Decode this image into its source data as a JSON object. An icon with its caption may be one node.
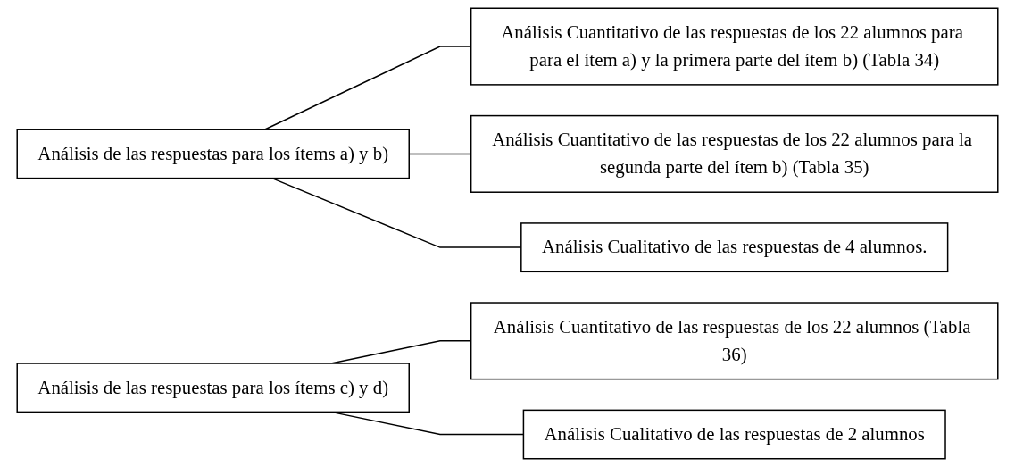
{
  "diagram": {
    "nodes": [
      {
        "text": [
          "Análisis de las respuestas para los ítems a) y b)"
        ]
      },
      {
        "text": [
          "Análisis Cuantitativo de las respuestas de los 22 alumnos para para el ítem a) y la primera parte del ítem b) (Tabla 34)"
        ]
      },
      {
        "text": [
          "Análisis Cuantitativo de las respuestas de los 22 alumnos para la segunda parte del ítem b) (Tabla 35)"
        ]
      },
      {
        "text": [
          "Análisis Cualitativo de las respuestas de 4 alumnos."
        ]
      },
      {
        "text": [
          "Análisis de las respuestas para los ítems c) y d)"
        ]
      },
      {
        "text": [
          "Análisis Cuantitativo de las respuestas de los 22 alumnos (Tabla 36)"
        ]
      },
      {
        "text": [
          "Análisis Cualitativo de las respuestas de 2 alumnos"
        ]
      }
    ],
    "edges": [
      {
        "from": 0,
        "to": 1,
        "arrow": "none"
      },
      {
        "from": 0,
        "to": 2,
        "arrow": "none"
      },
      {
        "from": 0,
        "to": 3,
        "arrow": "none"
      },
      {
        "from": 4,
        "to": 5,
        "arrow": "none"
      },
      {
        "from": 4,
        "to": 6,
        "arrow": "none"
      }
    ]
  }
}
